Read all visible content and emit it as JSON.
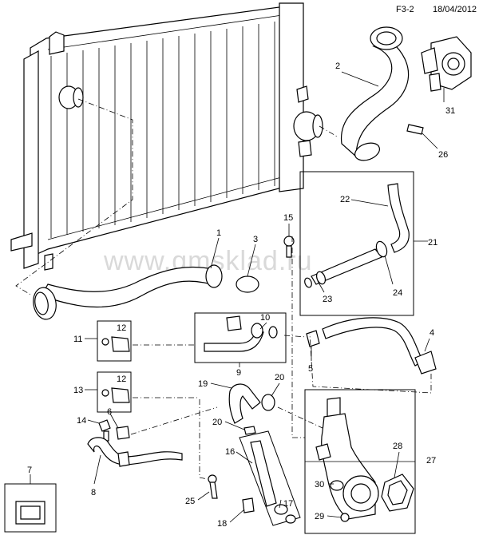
{
  "header": {
    "code": "F3-2",
    "date": "18/04/2012"
  },
  "watermark": "www.gmsklad.ru",
  "callouts": [
    "1",
    "2",
    "3",
    "4",
    "5",
    "6",
    "7",
    "8",
    "9",
    "10",
    "11",
    "12",
    "12",
    "13",
    "14",
    "15",
    "16",
    "17",
    "18",
    "19",
    "20",
    "20",
    "21",
    "22",
    "23",
    "24",
    "25",
    "26",
    "27",
    "28",
    "29",
    "30",
    "31"
  ]
}
